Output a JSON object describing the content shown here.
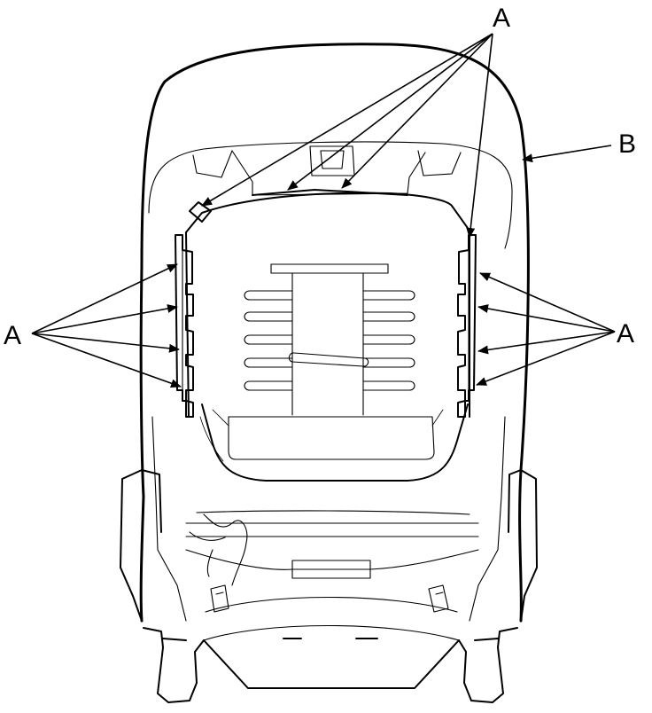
{
  "diagram": {
    "callouts": {
      "top_a": "A",
      "left_a": "A",
      "right_a": "A",
      "b": "B"
    }
  }
}
